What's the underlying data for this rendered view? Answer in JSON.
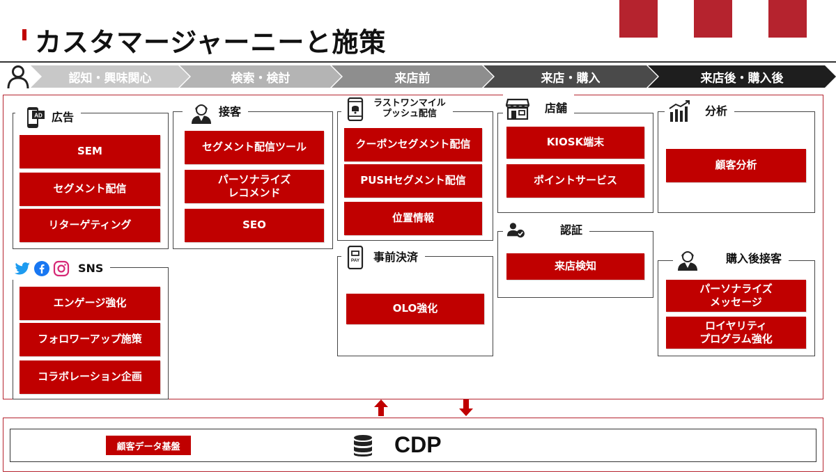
{
  "title": "カスタマージャーニーと施策",
  "colors": {
    "accent": "#c00000",
    "deco": "#b5232e"
  },
  "stages": [
    {
      "label": "認知・興味関心",
      "color": "#c8c8c8"
    },
    {
      "label": "検索・検討",
      "color": "#b4b4b4"
    },
    {
      "label": "来店前",
      "color": "#8e8e8e"
    },
    {
      "label": "来店・購入",
      "color": "#4a4a4a"
    },
    {
      "label": "来店後・購入後",
      "color": "#1e1e1e"
    }
  ],
  "boxes": {
    "ads": {
      "label": "広告",
      "icon": "smartphone-ad-icon",
      "items": [
        "SEM",
        "セグメント配信",
        "リターゲティング"
      ]
    },
    "sns": {
      "label": "SNS",
      "icon": "social-icons",
      "items": [
        "エンゲージ強化",
        "フォロワーアップ施策",
        "コラボレーション企画"
      ]
    },
    "service": {
      "label": "接客",
      "icon": "staff-icon",
      "items": [
        "セグメント配信ツール",
        "パーソナライズ\nレコメンド",
        "SEO"
      ]
    },
    "lastmile": {
      "label": "ラストワンマイル\nプッシュ配信",
      "icon": "phone-notification-icon",
      "items": [
        "クーポンセグメント配信",
        "PUSHセグメント配信",
        "位置情報"
      ]
    },
    "prepay": {
      "label": "事前決済",
      "icon": "phone-pay-icon",
      "items": [
        "OLO強化"
      ]
    },
    "store": {
      "label": "店舗",
      "icon": "store-icon",
      "items": [
        "KIOSK端末",
        "ポイントサービス"
      ]
    },
    "auth": {
      "label": "認証",
      "icon": "user-check-icon",
      "items": [
        "来店検知"
      ]
    },
    "analysis": {
      "label": "分析",
      "icon": "bar-chart-icon",
      "items": [
        "顧客分析"
      ]
    },
    "after": {
      "label": "購入後接客",
      "icon": "staff-icon",
      "items": [
        "パーソナライズ\nメッセージ",
        "ロイヤリティ\nプログラム強化"
      ]
    }
  },
  "cdp": {
    "tag": "顧客データ基盤",
    "label": "CDP",
    "icon": "database-icon"
  }
}
